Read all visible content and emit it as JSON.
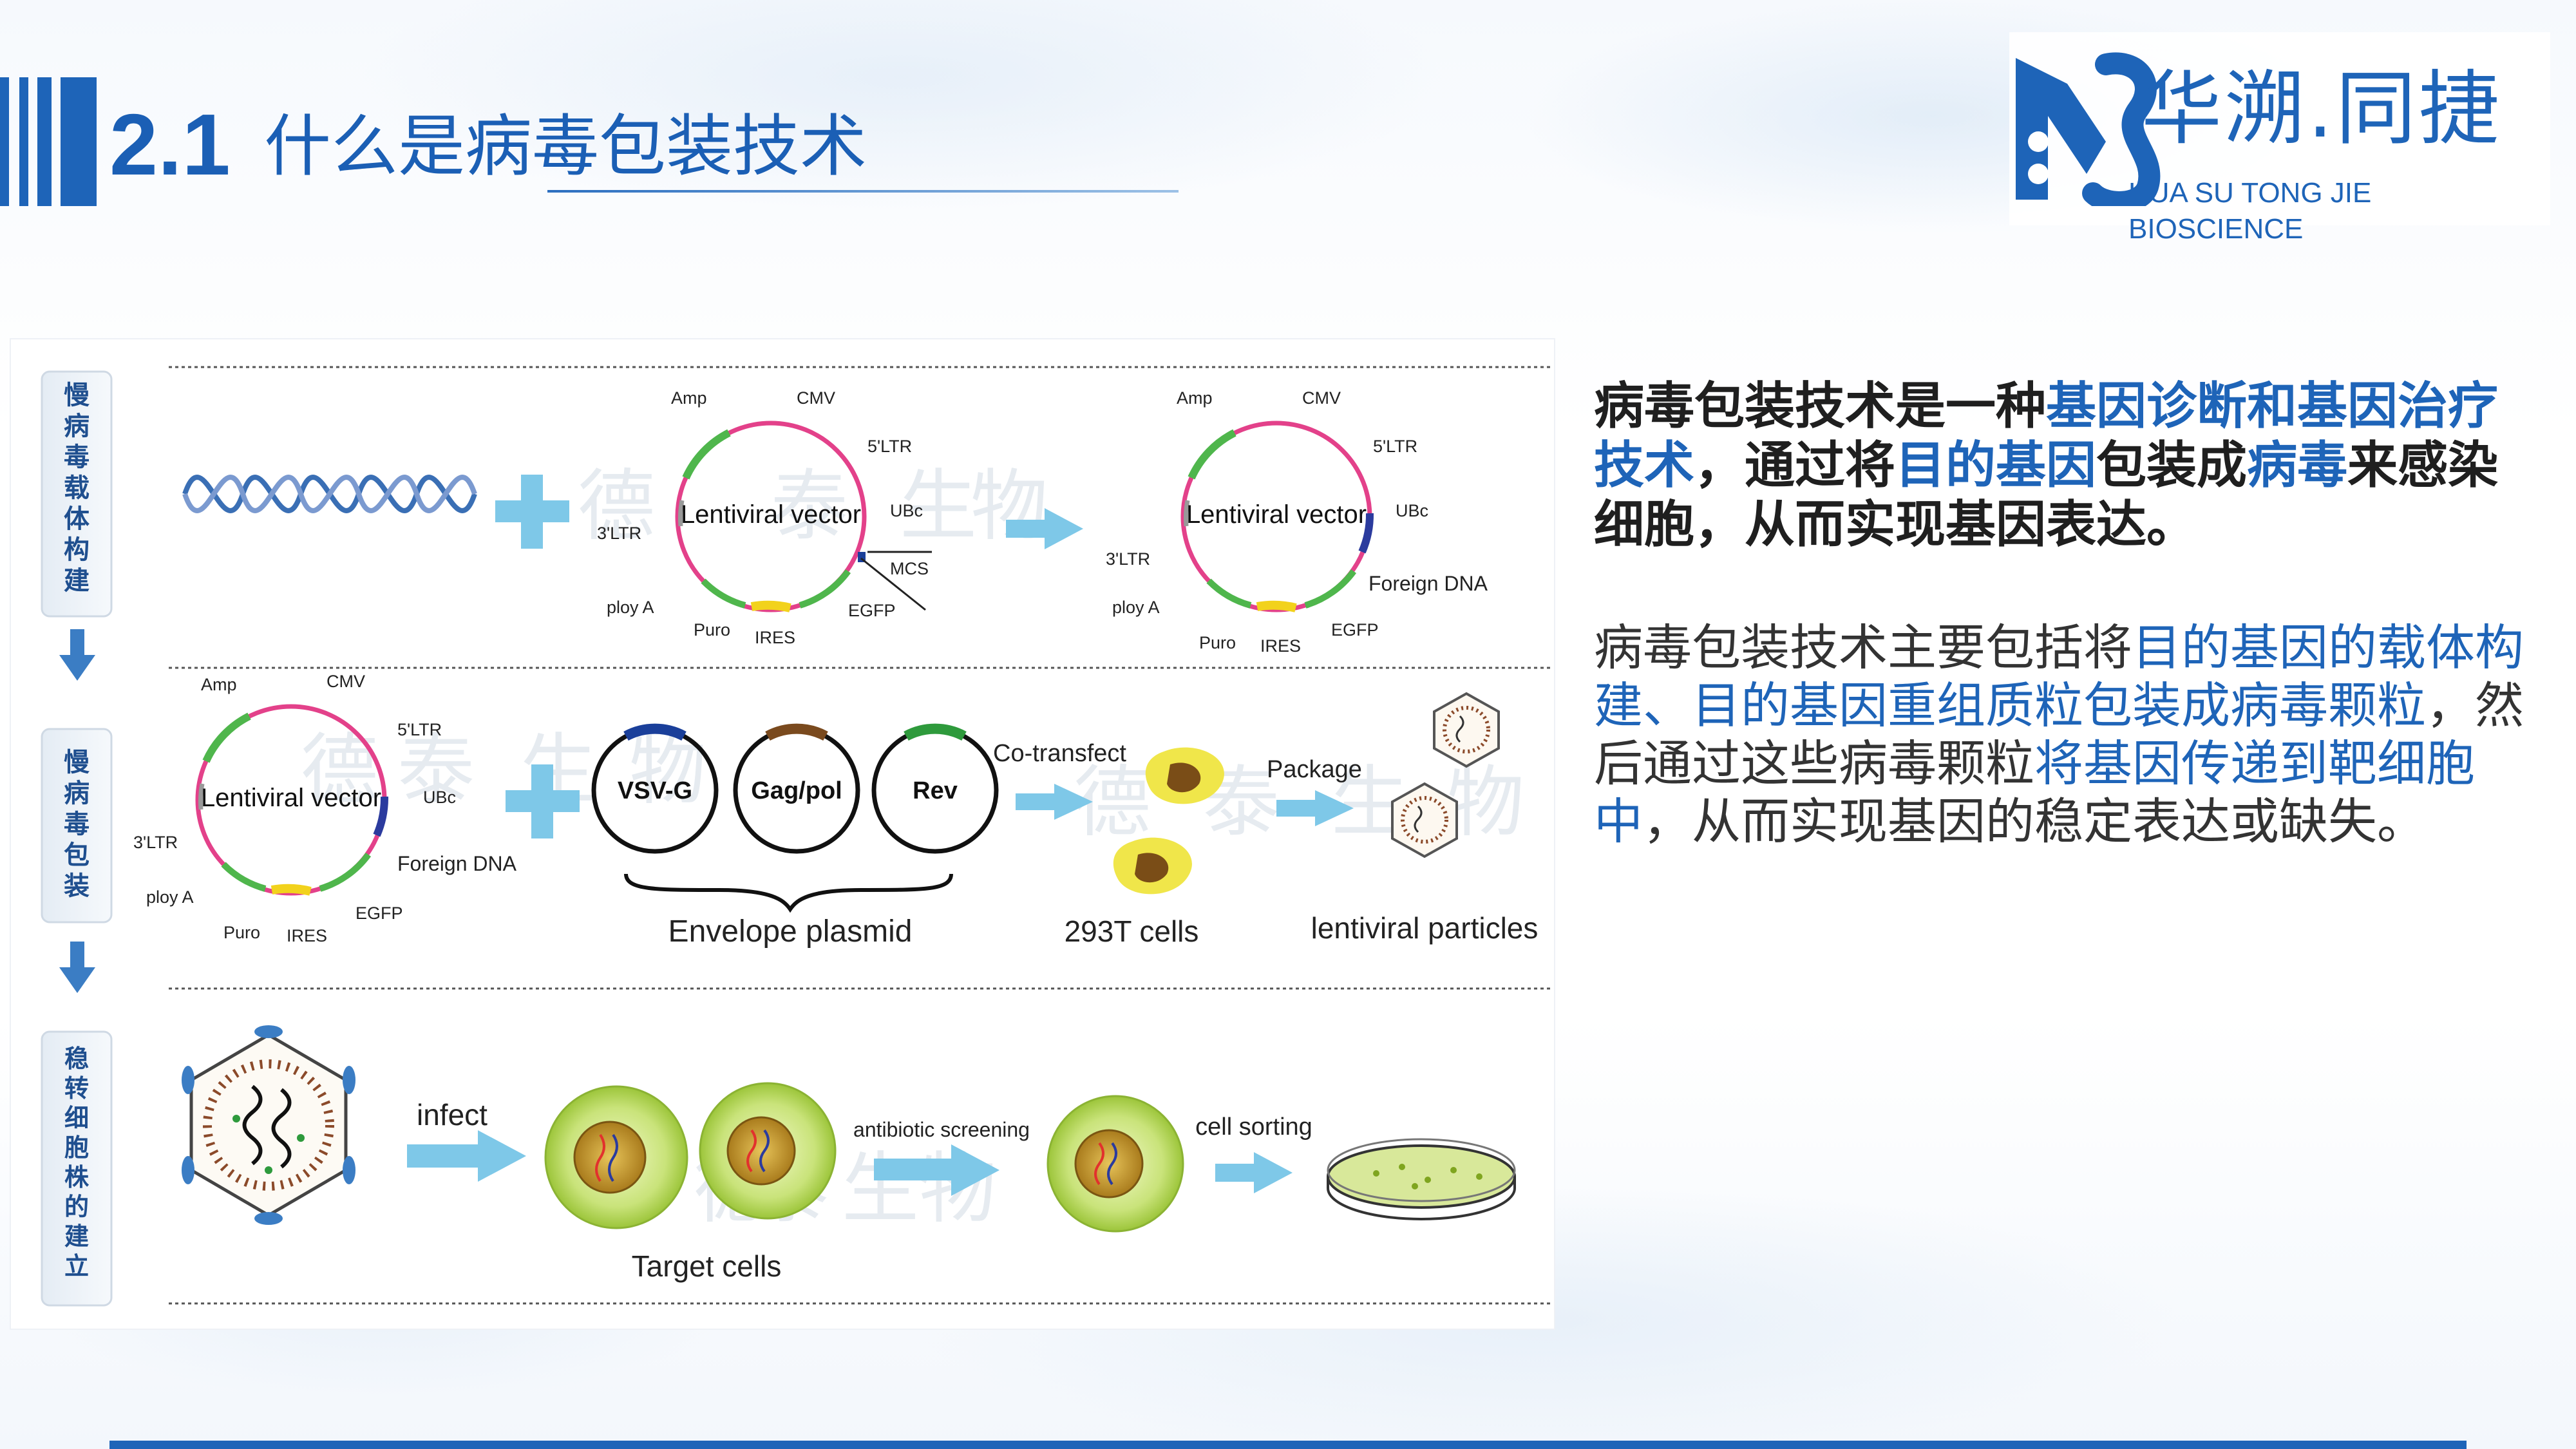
{
  "header": {
    "section_number": "2.1",
    "title": "什么是病毒包装技术"
  },
  "logo": {
    "name_cn": "华溯.同捷",
    "name_en": "HUA SU TONG JIE BIOSCIENCE",
    "brand_color": "#1e64b8"
  },
  "figure": {
    "stage_labels": [
      "慢病毒载体构建",
      "慢病毒包装",
      "稳转细胞株的建立"
    ],
    "watermark": [
      "德",
      "泰",
      "生",
      "物"
    ],
    "row1": {
      "vector_label": "Lentiviral  vector",
      "plasmid_features": [
        "Amp",
        "CMV",
        "5'LTR",
        "UBc",
        "MCS",
        "EGFP",
        "IRES",
        "Puro",
        "ploy A",
        "3'LTR"
      ],
      "product_features": [
        "Amp",
        "CMV",
        "5'LTR",
        "UBc",
        "Foreign DNA",
        "EGFP",
        "IRES",
        "Puro",
        "ploy A",
        "3'LTR"
      ]
    },
    "row2": {
      "vector_label": "Lentiviral  vector",
      "vector_features": [
        "Amp",
        "CMV",
        "5'LTR",
        "UBc",
        "Foreign DNA",
        "EGFP",
        "IRES",
        "Puro",
        "ploy A",
        "3'LTR"
      ],
      "plasmids": [
        "VSV-G",
        "Gag/pol",
        "Rev"
      ],
      "plasmid_group_label": "Envelope  plasmid",
      "cotransfect_label": "Co-transfect",
      "cells_label": "293T cells",
      "package_label": "Package",
      "particles_label": "lentiviral particles"
    },
    "row3": {
      "infect_label": "infect",
      "screening_label": "antibiotic screening",
      "sorting_label": "cell sorting",
      "target_label": "Target cells"
    }
  },
  "description": {
    "p1": [
      {
        "text": "病毒包装技术是一种",
        "hl": false
      },
      {
        "text": "基因诊断和基因治疗技术",
        "hl": true
      },
      {
        "text": "，通过将",
        "hl": false
      },
      {
        "text": "目的基因",
        "hl": true
      },
      {
        "text": "包装成",
        "hl": false
      },
      {
        "text": "病毒",
        "hl": true
      },
      {
        "text": "来感染细胞，从而实现基因表达。",
        "hl": false
      }
    ],
    "p2": [
      {
        "text": "病毒包装技术主要包括将",
        "hl": false
      },
      {
        "text": "目的基因的载体构建、目的基因重组质粒包装成病毒颗粒",
        "hl": true
      },
      {
        "text": "，然后通过这些病毒颗粒",
        "hl": false
      },
      {
        "text": "将基因传递到靶细胞中",
        "hl": true
      },
      {
        "text": "，从而实现基因的稳定表达或缺失。",
        "hl": false
      }
    ]
  }
}
